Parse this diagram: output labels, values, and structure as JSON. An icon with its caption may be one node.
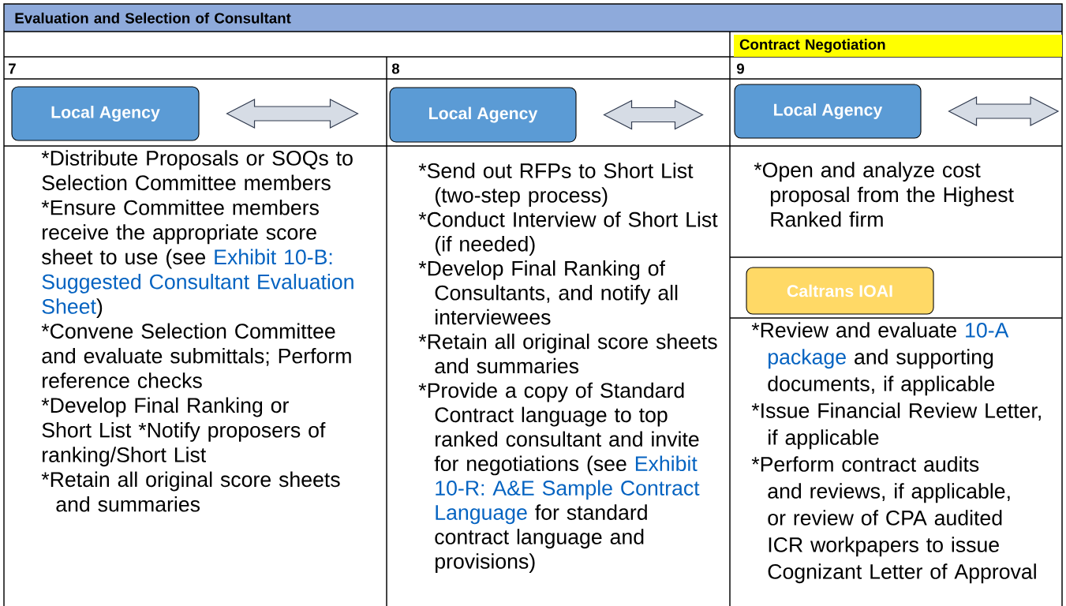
{
  "diagram": {
    "title": "Evaluation and Selection of Consultant",
    "nodes": [
      {
        "text": [
          "Contract Negotiation"
        ]
      },
      {
        "text": [
          "Local Agency"
        ]
      },
      {
        "text": [
          "Local Agency"
        ]
      },
      {
        "text": [
          "Local Agency"
        ]
      },
      {
        "text": [
          "Caltrans IOAI"
        ]
      }
    ],
    "edges": [
      {
        "from": 1,
        "to": 2,
        "arrow": "both"
      },
      {
        "from": 2,
        "to": 3,
        "arrow": "both"
      },
      {
        "from": 3,
        "to": null,
        "arrow": "both"
      }
    ],
    "labels": [
      "7",
      "8",
      "9",
      "*Distribute Proposals or SOQs to Selection Committee members",
      "*Ensure Committee members receive the appropriate score sheet to use (see",
      "Exhibit 10-B: Suggested Consultant Evaluation Sheet",
      ")",
      "*Convene Selection Committee and evaluate submittals; Perform reference checks",
      "*Develop Final Ranking or Short List *Notify proposers of ranking/Short List",
      "*Retain all original score sheets and summaries",
      "*Send out RFPs to Short List (two-step process)",
      "*Conduct Interview of Short List (if needed)",
      "*Develop Final Ranking of Consultants, and notify all interviewees",
      "*Retain all original score sheets and summaries",
      "*Provide a copy of Standard Contract language to top ranked consultant and invite for negotiations (see",
      "Exhibit 10-R: A&E Sample Contract Language",
      "for standard contract language and provisions)",
      "*Open and analyze cost proposal from the Highest Ranked firm",
      "*Review and evaluate",
      "10-A package",
      "and supporting documents, if applicable",
      "*Issue Financial Review Letter, if applicable",
      "*Perform contract audits and reviews, if applicable, or review of CPA audited ICR workpapers to issue Cognizant Letter of Approval"
    ]
  }
}
